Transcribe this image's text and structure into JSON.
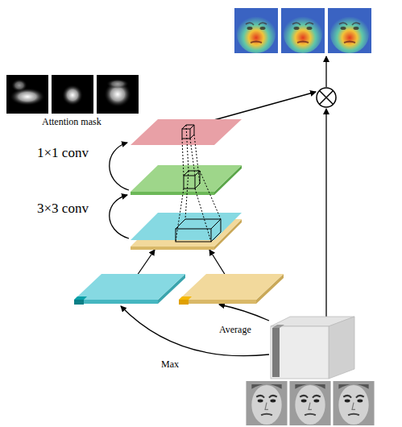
{
  "diagram": {
    "labels": [
      "Attention mask",
      "1×1 conv",
      "3×3 conv",
      "Average",
      "Max"
    ]
  }
}
